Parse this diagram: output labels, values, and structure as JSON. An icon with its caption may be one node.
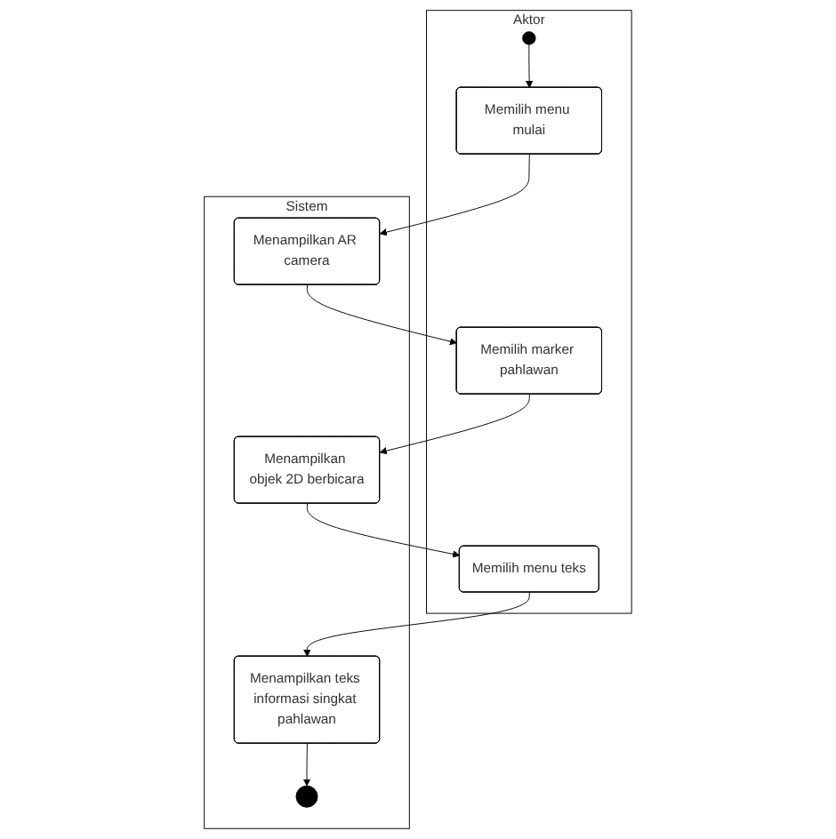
{
  "diagram": {
    "nodes": [
      {
        "text": [
          "Aktor"
        ]
      },
      {
        "text": [
          "Sistem"
        ]
      },
      {
        "text": [],
        "shape": "circle",
        "in": 0
      },
      {
        "text": [
          "Memilih menu mulai"
        ],
        "in": 0
      },
      {
        "text": [
          "Menampilkan AR camera"
        ],
        "in": 1
      },
      {
        "text": [
          "Memilih marker pahlawan"
        ],
        "in": 0
      },
      {
        "text": [
          "Menampilkan objek 2D berbicara"
        ],
        "in": 1
      },
      {
        "text": [
          "Memilih menu teks"
        ],
        "in": 0
      },
      {
        "text": [
          "Menampilkan teks informasi singkat pahlawan"
        ],
        "in": 1
      },
      {
        "text": [],
        "shape": "circle",
        "in": 1
      }
    ],
    "edges": [
      {
        "from": 2,
        "to": 3,
        "arrow": "to"
      },
      {
        "from": 3,
        "to": 4,
        "arrow": "to"
      },
      {
        "from": 4,
        "to": 5,
        "arrow": "to"
      },
      {
        "from": 5,
        "to": 6,
        "arrow": "to"
      },
      {
        "from": 6,
        "to": 7,
        "arrow": "to"
      },
      {
        "from": 7,
        "to": 8,
        "arrow": "to"
      },
      {
        "from": 8,
        "to": 9,
        "arrow": "to"
      }
    ]
  }
}
